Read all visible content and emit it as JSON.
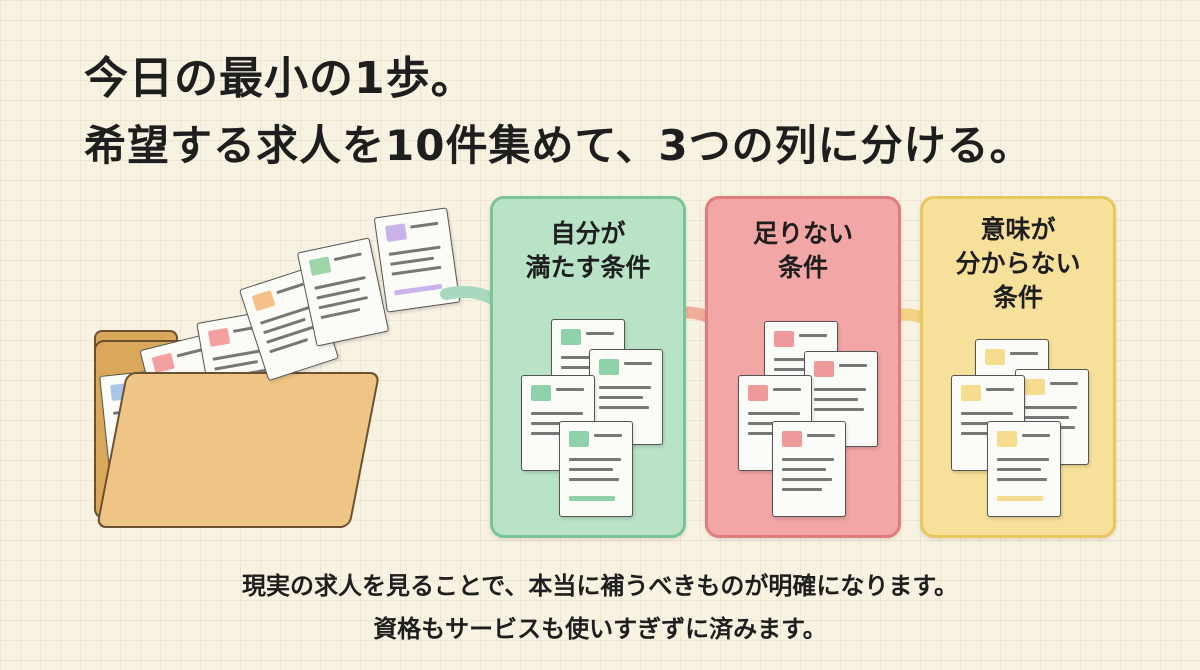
{
  "headline": {
    "line1": "今日の最小の1歩。",
    "line2": "希望する求人を10件集めて、3つの列に分ける。"
  },
  "columns": [
    {
      "lines": [
        "自分が",
        "満たす条件"
      ],
      "color": "#b9e3c6",
      "border": "#78c597",
      "accent": "#8fd1a8"
    },
    {
      "lines": [
        "足りない",
        "条件"
      ],
      "color": "#f2a6a6",
      "border": "#e07c7c",
      "accent": "#ef9a9a"
    },
    {
      "lines": [
        "意味が",
        "分からない",
        "条件"
      ],
      "color": "#f7e09a",
      "border": "#e8c75f",
      "accent": "#f5dc8e"
    }
  ],
  "caption": {
    "line1": "現実の求人を見ることで、本当に補うべきものが明確になります。",
    "line2": "資格もサービスも使いすぎずに済みます。"
  },
  "icons": [
    "folder-icon",
    "document-icon",
    "arrow-icon"
  ]
}
